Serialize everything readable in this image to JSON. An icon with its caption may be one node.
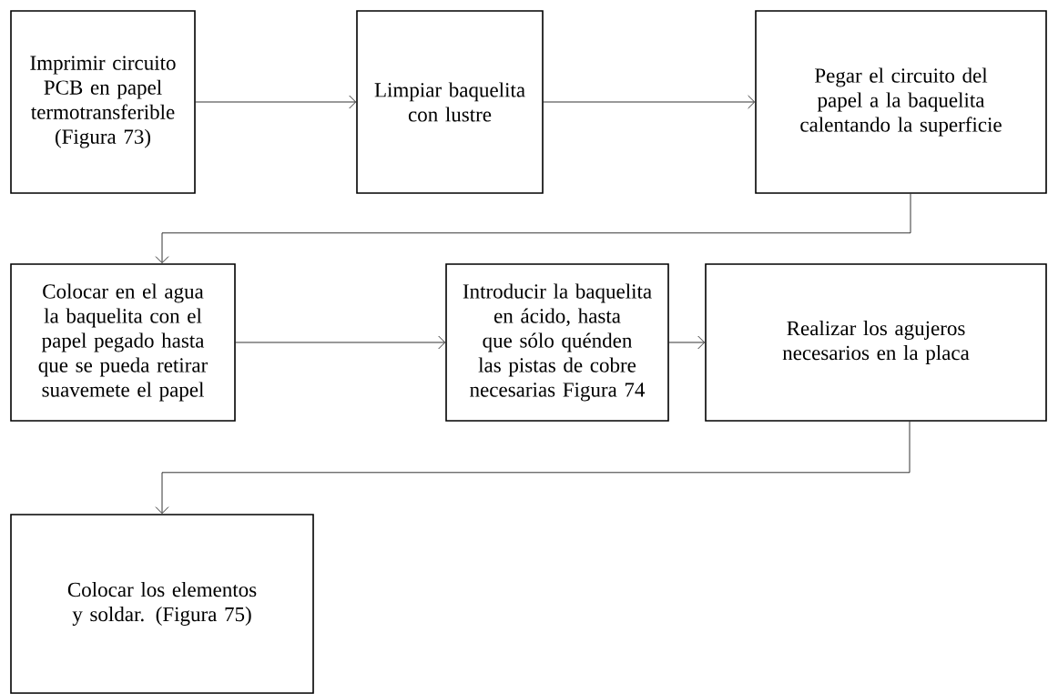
{
  "diagram": {
    "nodes": [
      {
        "text": [
          "Imprimir circuito PCB en papel termotransferible (Figura 73)"
        ]
      },
      {
        "text": [
          "Limpiar baquelita con lustre"
        ]
      },
      {
        "text": [
          "Pegar el circuito del papel a la baquelita calentando la superficie"
        ]
      },
      {
        "text": [
          "Colocar en el agua la baquelita con el papel pegado hasta que se pueda retirar suavemete el papel"
        ]
      },
      {
        "text": [
          "Introducir la baquelita en ácido, hasta que sólo quénden las pistas de cobre necesarias Figura  74"
        ]
      },
      {
        "text": [
          "Realizar los agujeros necesarios en la placa"
        ]
      },
      {
        "text": [
          "Colocar los elementos y soldar. (Figura 75)"
        ]
      }
    ],
    "edges": [
      {
        "from": 0,
        "to": 1,
        "arrow": "to"
      },
      {
        "from": 1,
        "to": 2,
        "arrow": "to"
      },
      {
        "from": 2,
        "to": 3,
        "arrow": "to"
      },
      {
        "from": 3,
        "to": 4,
        "arrow": "to"
      },
      {
        "from": 4,
        "to": 5,
        "arrow": "to"
      },
      {
        "from": 5,
        "to": 6,
        "arrow": "to"
      }
    ]
  }
}
